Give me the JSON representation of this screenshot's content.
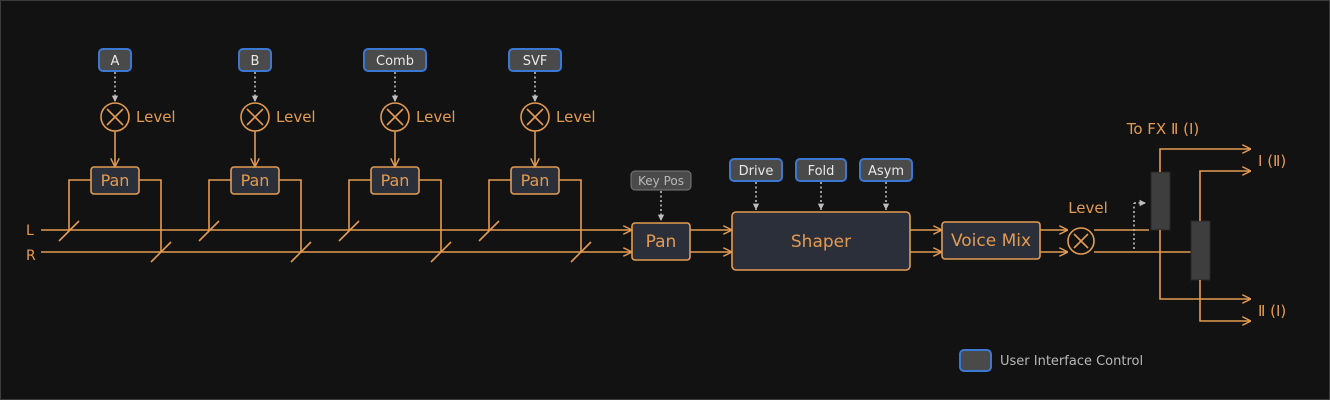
{
  "inputs": {
    "left": "L",
    "right": "R"
  },
  "stages": [
    {
      "control": "A",
      "level": "Level",
      "pan": "Pan"
    },
    {
      "control": "B",
      "level": "Level",
      "pan": "Pan"
    },
    {
      "control": "Comb",
      "level": "Level",
      "pan": "Pan"
    },
    {
      "control": "SVF",
      "level": "Level",
      "pan": "Pan"
    }
  ],
  "key_pan": {
    "control": "Key Pos",
    "label": "Pan"
  },
  "shaper": {
    "label": "Shaper",
    "controls": [
      "Drive",
      "Fold",
      "Asym"
    ]
  },
  "voice_mix": {
    "label": "Voice Mix"
  },
  "output_level": "Level",
  "fx_label": "To FX Ⅱ (Ⅰ)",
  "outputs": {
    "upper": "Ⅰ (Ⅱ)",
    "lower": "Ⅱ (Ⅰ)"
  },
  "legend": {
    "label": "User Interface Control"
  },
  "colors": {
    "wire": "#e39b52",
    "background": "#121212",
    "control_border": "#3a78d4",
    "block_fill": "#2b2f3a"
  }
}
